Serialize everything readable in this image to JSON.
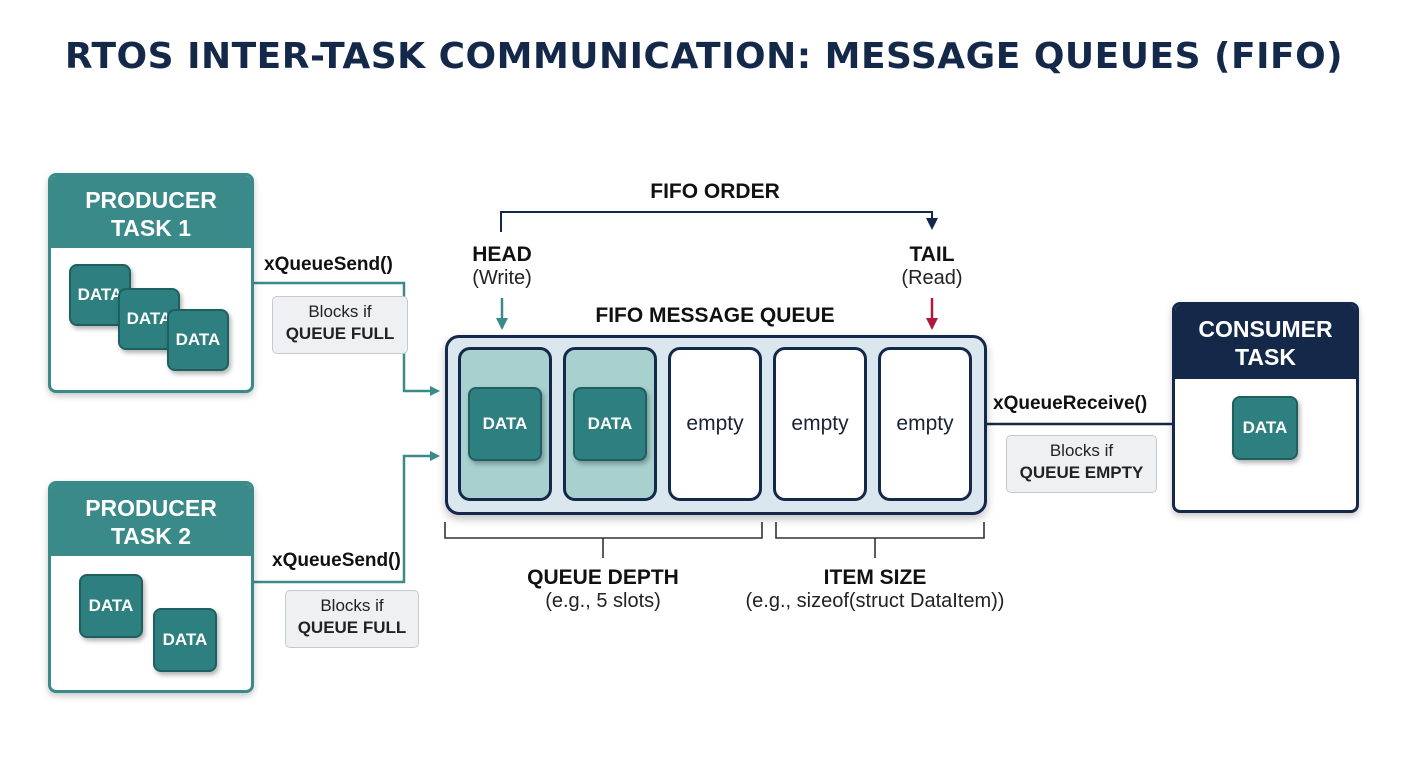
{
  "title": "RTOS INTER-TASK COMMUNICATION: MESSAGE QUEUES (FIFO)",
  "fifo_order": "FIFO ORDER",
  "head": {
    "label": "HEAD",
    "sub": "(Write)"
  },
  "tail": {
    "label": "TAIL",
    "sub": "(Read)"
  },
  "queue": {
    "label": "FIFO MESSAGE QUEUE",
    "slots": [
      "DATA",
      "DATA",
      "empty",
      "empty",
      "empty"
    ]
  },
  "producer1": {
    "title_line1": "PRODUCER",
    "title_line2": "TASK 1",
    "chips": [
      "DATA",
      "DATA",
      "DATA"
    ],
    "send_fn": "xQueueSend()",
    "note_line1": "Blocks if",
    "note_line2": "QUEUE FULL"
  },
  "producer2": {
    "title_line1": "PRODUCER",
    "title_line2": "TASK 2",
    "chips": [
      "DATA",
      "DATA"
    ],
    "send_fn": "xQueueSend()",
    "note_line1": "Blocks if",
    "note_line2": "QUEUE FULL"
  },
  "consumer": {
    "title_line1": "CONSUMER",
    "title_line2": "TASK",
    "chip": "DATA",
    "receive_fn": "xQueueReceive()",
    "note_line1": "Blocks if",
    "note_line2": "QUEUE EMPTY"
  },
  "depth": {
    "label": "QUEUE DEPTH",
    "sub": "(e.g., 5 slots)"
  },
  "item_size": {
    "label": "ITEM SIZE",
    "sub": "(e.g., sizeof(struct DataItem))"
  },
  "colors": {
    "navy": "#14294a",
    "teal": "#3a8a8a",
    "chip": "#2e7f7f",
    "tail_arrow": "#b0183a",
    "queue_bg": "#dbe7ef",
    "slot_filled": "#a7d0cf"
  }
}
